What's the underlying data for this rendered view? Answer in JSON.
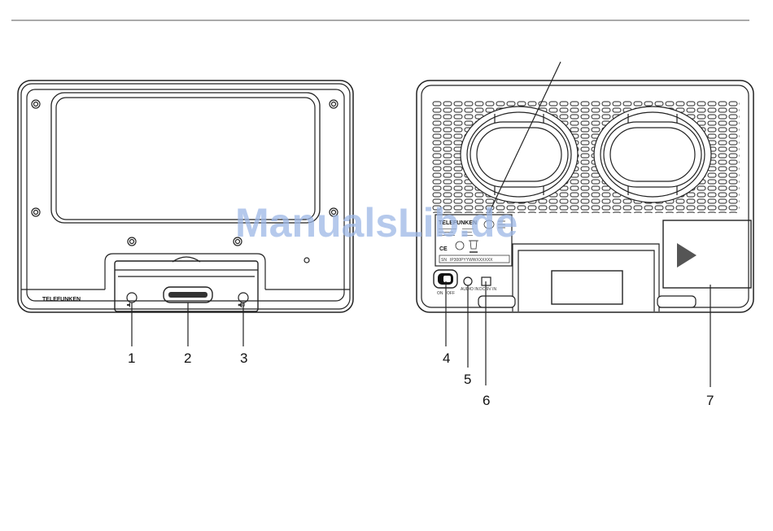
{
  "watermark": "ManualsLib.de",
  "front_view": {
    "brand_label": "TELEFUNKEN",
    "callouts": [
      "1",
      "2",
      "3"
    ]
  },
  "rear_view": {
    "label_brand": "TELEFUNKEN",
    "ce_mark": "CE",
    "serial_prefix": "SN",
    "serial_number": "IP300PYYWWXXXXXX",
    "switch_on": "ON",
    "switch_off": "OFF",
    "audio_in_label": "AUDIO IN",
    "dc_in_label": "DC 9V IN",
    "callouts": [
      "4",
      "5",
      "6",
      "7"
    ]
  },
  "icons": [
    "volume-down-icon",
    "volume-up-icon",
    "play-arrow-icon",
    "ce-mark-icon",
    "recycle-bin-icon"
  ]
}
